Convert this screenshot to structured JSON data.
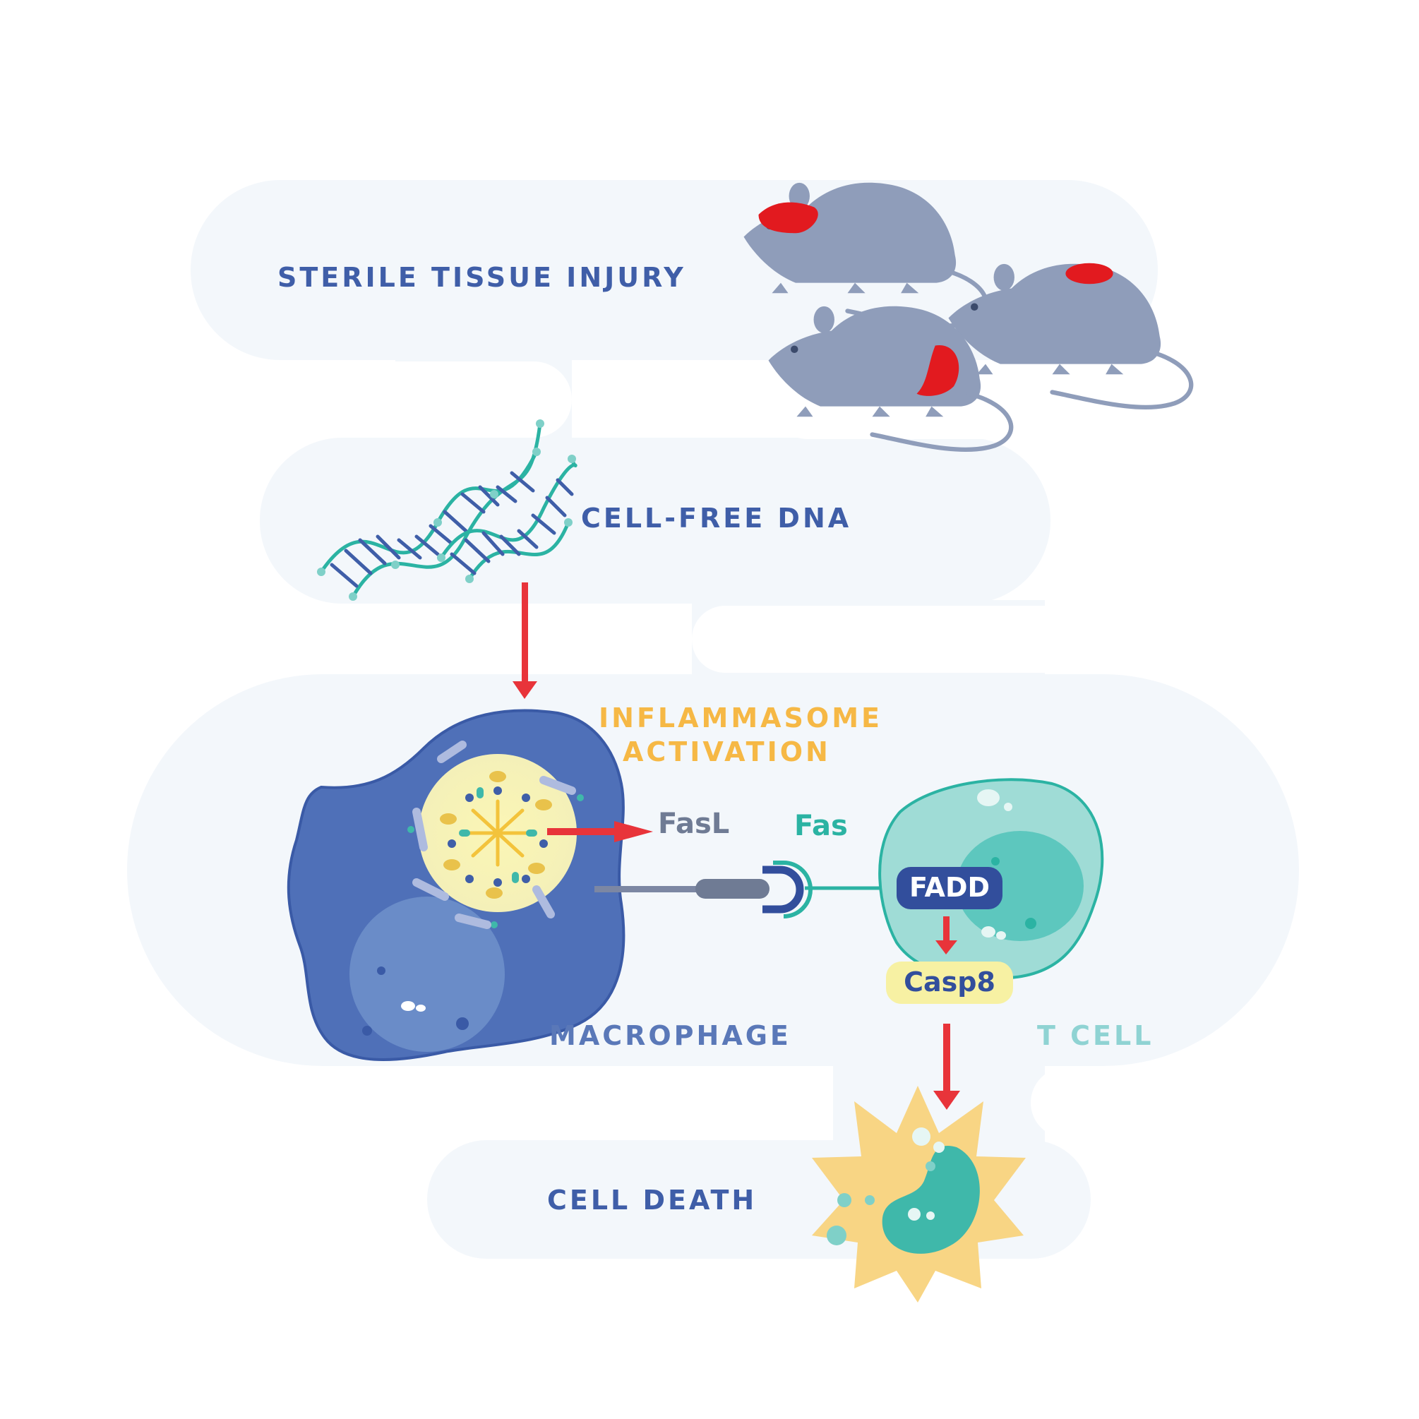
{
  "labels": {
    "sterile_tissue_injury": "STERILE TISSUE INJURY",
    "cell_free_dna": "CELL-FREE DNA",
    "inflammasome_line1": "INFLAMMASOME",
    "inflammasome_line2": "ACTIVATION",
    "fasl": "FasL",
    "fas": "Fas",
    "fadd": "FADD",
    "casp8": "Casp8",
    "macrophage": "MACROPHAGE",
    "t_cell": "T CELL",
    "cell_death": "CELL DEATH"
  },
  "colors": {
    "background_band": "#f3f7fb",
    "label_blue": "#3f5ea8",
    "label_orange": "#f6b845",
    "label_teal": "#2bb3a3",
    "label_light_teal": "#8fd3d3",
    "label_gray": "#6f7b94",
    "arrow_red": "#e8343a",
    "mouse_gray": "#8f9dba",
    "injury_red": "#e21a1f",
    "macrophage_blue": "#4f70b8",
    "tcell_teal": "#9fdcd6",
    "burst_yellow": "#f8d584",
    "fadd_navy": "#324e9c",
    "casp8_yellow": "#f7f1a3"
  },
  "icons": {
    "mouse": "mouse-icon",
    "dna": "dna-helix-icon",
    "macrophage": "macrophage-cell-icon",
    "tcell": "t-cell-icon",
    "burst": "apoptotic-cell-burst-icon"
  }
}
